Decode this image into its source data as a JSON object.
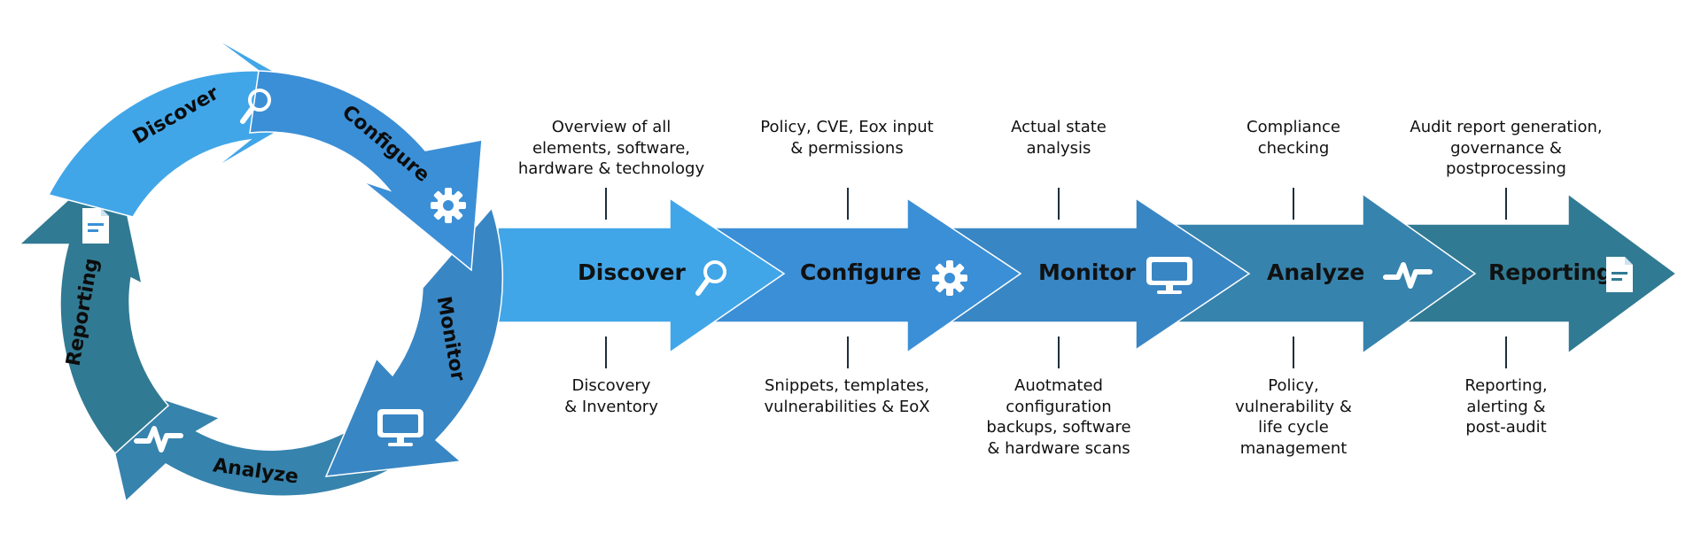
{
  "colors": {
    "discover": "#41a6e8",
    "configure": "#3b8fd6",
    "monitor": "#3986c4",
    "analyze": "#3683ad",
    "reporting": "#317a93",
    "text": "#111111",
    "icon": "#ffffff"
  },
  "cycle": {
    "discover": "Discover",
    "configure": "Configure",
    "monitor": "Monitor",
    "analyze": "Analyze",
    "reporting": "Reporting"
  },
  "stages": [
    {
      "label": "Discover",
      "icon": "search-icon",
      "top": "Overview of all\nelements, software,\nhardware & technology",
      "bottom": "Discovery\n& Inventory"
    },
    {
      "label": "Configure",
      "icon": "gear-icon",
      "top": "Policy, CVE, Eox input\n& permissions",
      "bottom": "Snippets, templates,\nvulnerabilities & EoX"
    },
    {
      "label": "Monitor",
      "icon": "monitor-icon",
      "top": "Actual state\nanalysis",
      "bottom": "Auotmated\nconfiguration\nbackups, software\n& hardware scans"
    },
    {
      "label": "Analyze",
      "icon": "pulse-icon",
      "top": "Compliance\nchecking",
      "bottom": "Policy,\nvulnerability &\nlife cycle\nmanagement"
    },
    {
      "label": "Reporting",
      "icon": "document-icon",
      "top": "Audit report generation,\ngovernance &\npostprocessing",
      "bottom": "Reporting,\nalerting &\npost-audit"
    }
  ]
}
